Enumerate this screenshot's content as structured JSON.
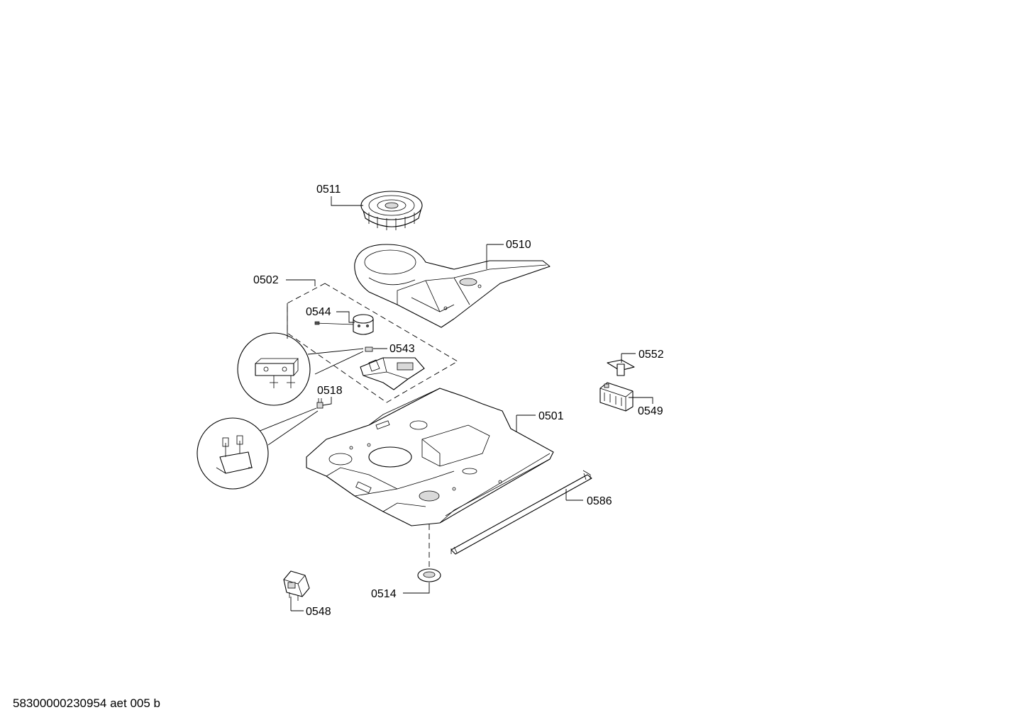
{
  "callouts": {
    "c0511": "0511",
    "c0510": "0510",
    "c0502": "0502",
    "c0544": "0544",
    "c0543": "0543",
    "c0552": "0552",
    "c0549": "0549",
    "c0518": "0518",
    "c0501": "0501",
    "c0586": "0586",
    "c0514": "0514",
    "c0548": "0548"
  },
  "footer": "58300000230954 aet 005 b"
}
